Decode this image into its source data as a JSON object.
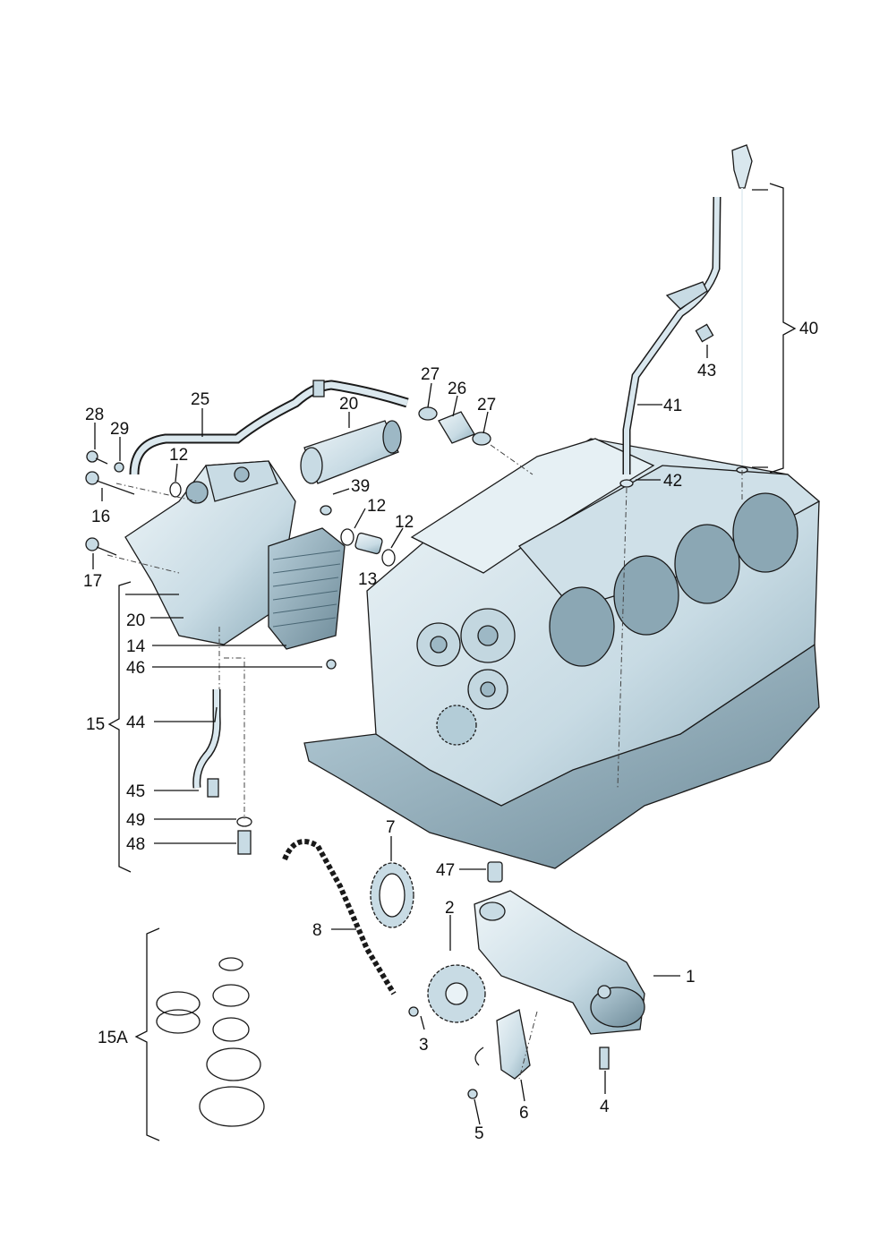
{
  "diagram": {
    "callouts": [
      {
        "id": "c1",
        "text": "1"
      },
      {
        "id": "c2",
        "text": "2"
      },
      {
        "id": "c3",
        "text": "3"
      },
      {
        "id": "c4",
        "text": "4"
      },
      {
        "id": "c5",
        "text": "5"
      },
      {
        "id": "c6",
        "text": "6"
      },
      {
        "id": "c7",
        "text": "7"
      },
      {
        "id": "c8",
        "text": "8"
      },
      {
        "id": "c12a",
        "text": "12"
      },
      {
        "id": "c12b",
        "text": "12"
      },
      {
        "id": "c12c",
        "text": "12"
      },
      {
        "id": "c13",
        "text": "13"
      },
      {
        "id": "c14",
        "text": "14"
      },
      {
        "id": "c15",
        "text": "15"
      },
      {
        "id": "c15A",
        "text": "15A"
      },
      {
        "id": "c16",
        "text": "16"
      },
      {
        "id": "c17",
        "text": "17"
      },
      {
        "id": "c20a",
        "text": "20"
      },
      {
        "id": "c20b",
        "text": "20"
      },
      {
        "id": "c25",
        "text": "25"
      },
      {
        "id": "c26",
        "text": "26"
      },
      {
        "id": "c27a",
        "text": "27"
      },
      {
        "id": "c27b",
        "text": "27"
      },
      {
        "id": "c28",
        "text": "28"
      },
      {
        "id": "c29",
        "text": "29"
      },
      {
        "id": "c39",
        "text": "39"
      },
      {
        "id": "c40",
        "text": "40"
      },
      {
        "id": "c41",
        "text": "41"
      },
      {
        "id": "c42",
        "text": "42"
      },
      {
        "id": "c43",
        "text": "43"
      },
      {
        "id": "c44",
        "text": "44"
      },
      {
        "id": "c45",
        "text": "45"
      },
      {
        "id": "c46",
        "text": "46"
      },
      {
        "id": "c47",
        "text": "47"
      },
      {
        "id": "c48",
        "text": "48"
      },
      {
        "id": "c49",
        "text": "49"
      }
    ],
    "colors": {
      "metal": "#d9e7ee",
      "metal_dark": "#9fb9c6",
      "metal_shadow": "#6e8b99",
      "line": "#111111"
    }
  }
}
